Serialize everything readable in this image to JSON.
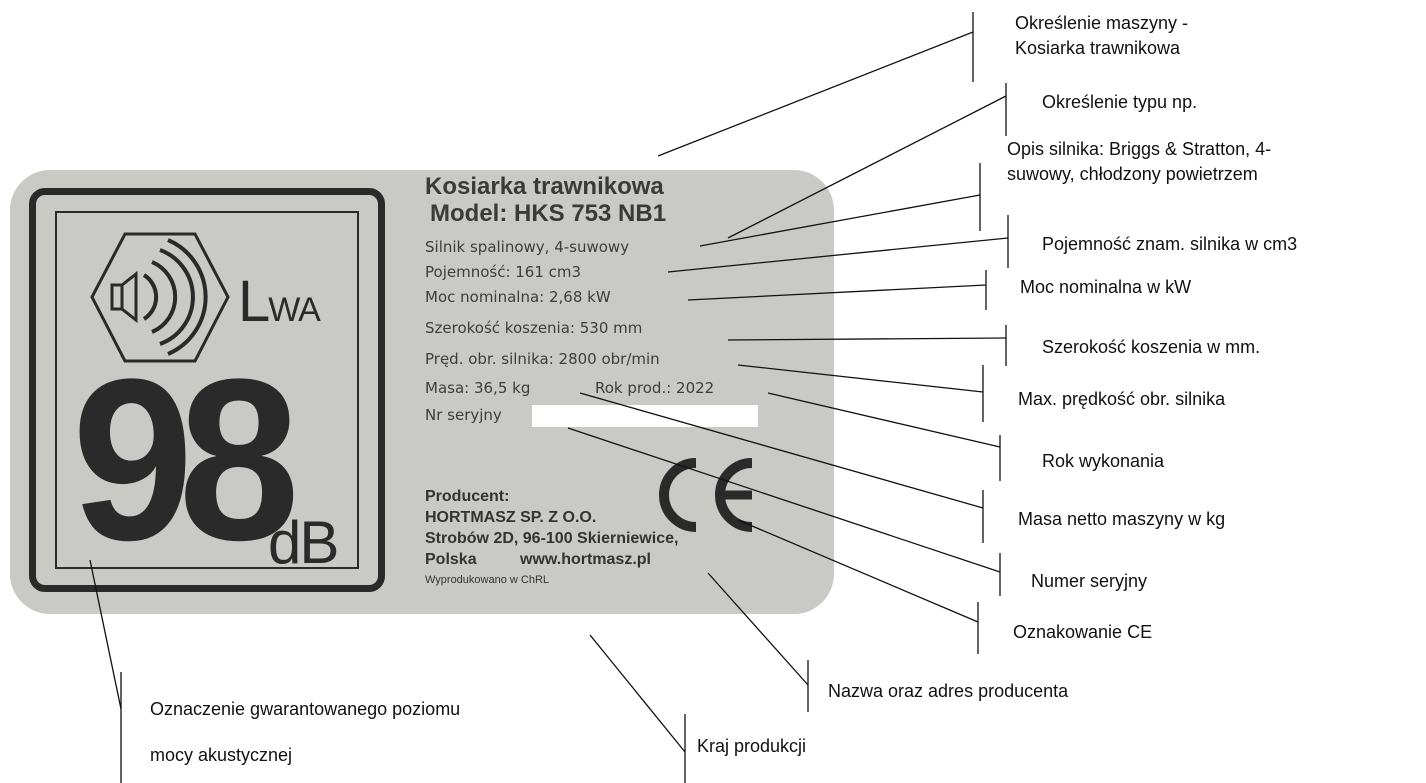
{
  "plate": {
    "title_line1": "Kosiarka trawnikowa",
    "title_line2": "Model: HKS 753 NB1",
    "specs": [
      "Silnik spalinowy, 4-suwowy",
      "Pojemność: 161 cm3",
      "Moc nominalna: 2,68 kW",
      "Szerokość koszenia: 530 mm",
      "Pręd. obr. silnika: 2800 obr/min"
    ],
    "mass": "Masa: 36,5 kg",
    "year": "Rok prod.: 2022",
    "serial_label": "Nr seryjny",
    "noise": {
      "lwa": "L",
      "lwa_sub": "WA",
      "value": "98",
      "unit": "dB"
    },
    "ce_mark": "CE",
    "manufacturer": {
      "heading": "Producent:",
      "name": "HORTMASZ SP. Z O.O.",
      "address": "Strobów 2D, 96-100 Skierniewice,",
      "country": "Polska",
      "website": "www.hortmasz.pl"
    },
    "origin": "Wyprodukowano w ChRL"
  },
  "callouts": {
    "machine_line1": "Określenie maszyny -",
    "machine_line2": "Kosiarka trawnikowa",
    "type": "Określenie typu np.",
    "engine_line1": "Opis silnika: Briggs & Stratton, 4-",
    "engine_line2": "suwowy, chłodzony powietrzem",
    "capacity": "Pojemność znam. silnika w cm3",
    "power": "Moc nominalna w kW",
    "width": "Szerokość koszenia w mm.",
    "speed": "Max. prędkość obr. silnika",
    "year": "Rok wykonania",
    "mass": "Masa netto maszyny w kg",
    "serial": "Numer seryjny",
    "ce": "Oznakowanie CE",
    "manufacturer": "Nazwa oraz adres producenta",
    "noise_line1": "Oznaczenie gwarantowanego poziomu",
    "noise_line2": "mocy akustycznej",
    "country": "Kraj produkcji"
  },
  "colors": {
    "plate": "#c9c9c6",
    "ink": "#2a2a2a",
    "serial_box": "#ffffff"
  }
}
